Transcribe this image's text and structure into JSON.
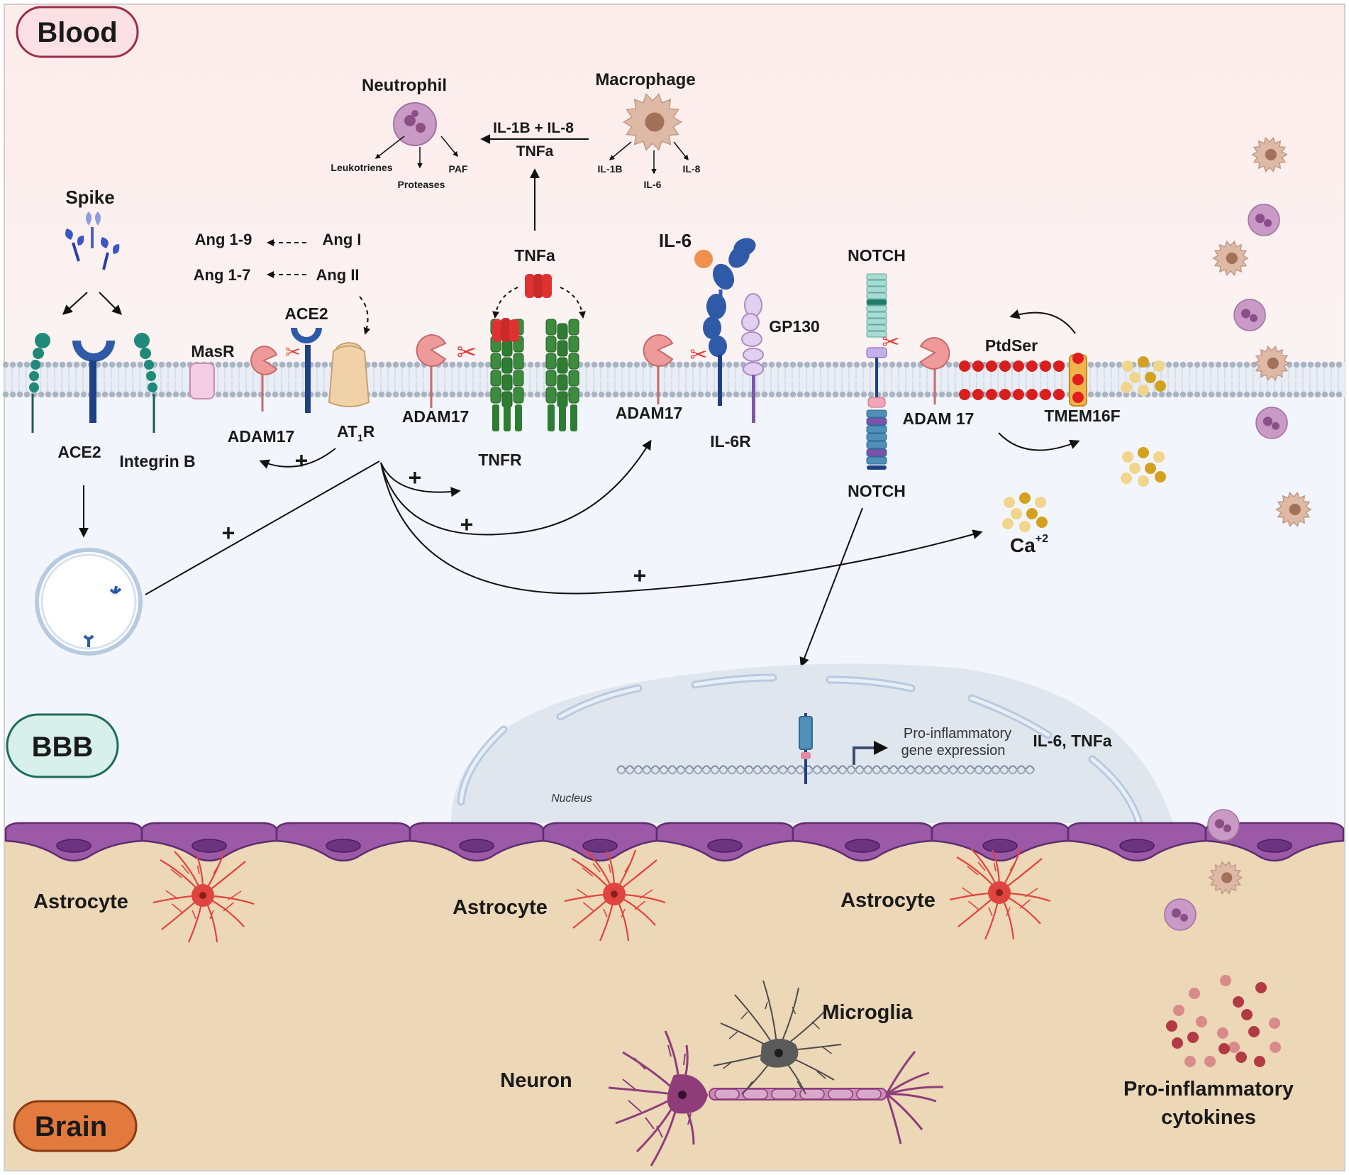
{
  "regions": {
    "blood": "Blood",
    "bbb": "BBB",
    "brain": "Brain"
  },
  "cells": {
    "neutrophil": "Neutrophil",
    "macrophage": "Macrophage",
    "neutrophil_products": [
      "Leukotrienes",
      "Proteases",
      "PAF"
    ],
    "macrophage_products": [
      "IL-1B",
      "IL-6",
      "IL-8"
    ],
    "cytokine_arrow_top": "IL-1B + IL-8",
    "cytokine_arrow_bottom": "TNFa"
  },
  "raas": {
    "ang19": "Ang 1-9",
    "ang17": "Ang 1-7",
    "angI": "Ang I",
    "angII": "Ang II"
  },
  "receptors": {
    "spike": "Spike",
    "ace2_membrane": "ACE2",
    "ace2_bottom": "ACE2",
    "integrin": "Integrin B",
    "masr": "MasR",
    "adam17_1": "ADAM17",
    "at1r_main": "AT",
    "at1r_sub": "1",
    "at1r_tail": "R",
    "tnfa_top": "TNFa",
    "adam17_2": "ADAM17",
    "tnfr": "TNFR",
    "il6": "IL-6",
    "gp130": "GP130",
    "adam17_3": "ADAM17",
    "il6r": "IL-6R",
    "notch_top": "NOTCH",
    "notch_bottom": "NOTCH",
    "adam17_4": "ADAM 17",
    "ptdser": "PtdSer",
    "tmem": "TMEM16F",
    "ca_main": "Ca",
    "ca_sup": "+2"
  },
  "plus_sign": "+",
  "nucleus": {
    "label": "Nucleus",
    "expr_line1": "Pro-inflammatory",
    "expr_line2": "gene expression",
    "cytokines": "IL-6, TNFa"
  },
  "brain_cells": {
    "astrocyte1": "Astrocyte",
    "astrocyte2": "Astrocyte",
    "astrocyte3": "Astrocyte",
    "microglia": "Microglia",
    "neuron": "Neuron",
    "pro_infl_line1": "Pro-inflammatory",
    "pro_infl_line2": "cytokines"
  },
  "colors": {
    "blood_bg": "#fdf0ef",
    "plasma_bg": "#f2f5fb",
    "brain_bg": "#ecd7b7",
    "endothelium": "#9b59a8",
    "adam17": "#ef9a9a",
    "tnfr": "#2e7d32",
    "receptor_blue": "#2f5aa8",
    "integrin": "#1f8a7a",
    "astrocyte": "#e0443e",
    "neuron": "#8e3d7a",
    "microglia": "#4a4a4a",
    "cytokine_dot": "#b33a45"
  }
}
